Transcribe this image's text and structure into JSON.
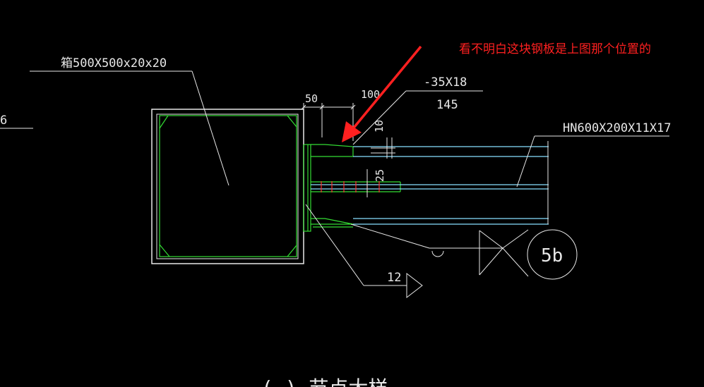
{
  "colors": {
    "background": "#000000",
    "line_white": "#e8e8e8",
    "line_green": "#33dd33",
    "line_cyan": "#88e0ff",
    "line_red": "#ff3030",
    "annotation_red": "#ff2020"
  },
  "labels": {
    "box_section": "箱500X500x20x20",
    "left_partial": "6",
    "plate_spec": "-35X18",
    "plate_length": "145",
    "beam_section": "HN600X200X11X17",
    "dim_50": "50",
    "dim_100": "100",
    "dim_10": "10",
    "dim_25": "25",
    "weld_size": "12",
    "detail_ref": "5b",
    "question_note": "看不明白这块钢板是上图那个位置的",
    "bottom_partial": "(     )      节点大样"
  }
}
